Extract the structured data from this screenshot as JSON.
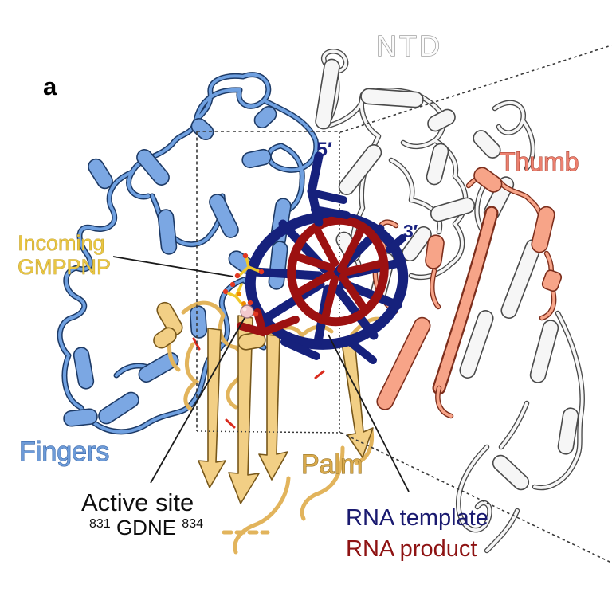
{
  "panel_label": "a",
  "labels": {
    "ntd": "NTD",
    "thumb": "Thumb",
    "fingers": "Fingers",
    "palm": "Palm",
    "incoming_line1": "Incoming",
    "incoming_line2": "GMPPNP",
    "five_prime": "5′",
    "three_prime": "3′",
    "active_site": "Active site",
    "active_site_res_start": "831",
    "active_site_motif": "GDNE",
    "active_site_res_end": "834",
    "rna_template": "RNA template",
    "rna_product": "RNA product"
  },
  "colors": {
    "fingers_domain": "#6FA0E0",
    "ntd_domain": "#F6F6F6",
    "thumb_domain": "#F7A488",
    "palm_domain": "#F2CF85",
    "rna_template": "#16217C",
    "rna_product": "#9C1111",
    "gmppnp_ligand": "#F0C92B",
    "metal_ion": "#F2C9CE",
    "label_fingers": "#6D9BD8",
    "label_thumb": "#EC8170",
    "label_palm": "#D8A94C",
    "label_gmppnp": "#E9C643",
    "label_rna_template": "#1A1A70",
    "label_rna_product": "#8E1313"
  }
}
